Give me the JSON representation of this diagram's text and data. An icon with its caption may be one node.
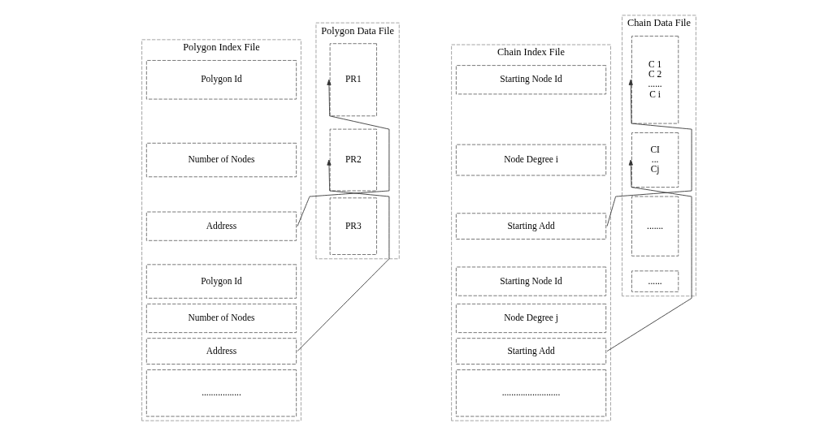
{
  "diagram": {
    "nodes": [
      {
        "text": [
          "Polygon Index File"
        ]
      },
      {
        "text": [
          "Polygon Id"
        ],
        "in": 0
      },
      {
        "text": [
          "Number of Nodes"
        ],
        "in": 0
      },
      {
        "text": [
          "Address"
        ],
        "in": 0
      },
      {
        "text": [
          "Polygon Id"
        ],
        "in": 0
      },
      {
        "text": [
          "Number of Nodes"
        ],
        "in": 0
      },
      {
        "text": [
          "Address"
        ],
        "in": 0
      },
      {
        "text": [
          "................."
        ],
        "in": 0
      },
      {
        "text": [
          "Polygon Data File"
        ]
      },
      {
        "text": [
          "PR1"
        ],
        "in": 8
      },
      {
        "text": [
          "PR2"
        ],
        "in": 8
      },
      {
        "text": [
          "PR3"
        ],
        "in": 8
      },
      {
        "text": [
          "Chain Index File"
        ]
      },
      {
        "text": [
          "Starting Node Id"
        ],
        "in": 12
      },
      {
        "text": [
          "Node Degree i"
        ],
        "in": 12
      },
      {
        "text": [
          "Starting Add"
        ],
        "in": 12
      },
      {
        "text": [
          "Starting Node Id"
        ],
        "in": 12
      },
      {
        "text": [
          "Node Degree j"
        ],
        "in": 12
      },
      {
        "text": [
          "Starting Add"
        ],
        "in": 12
      },
      {
        "text": [
          "........................."
        ],
        "in": 12
      },
      {
        "text": [
          "Chain Data File"
        ]
      },
      {
        "text": [
          "C 1",
          "C 2",
          "......",
          "C i"
        ],
        "in": 20
      },
      {
        "text": [
          "CI",
          "...",
          "Cj"
        ],
        "in": 20
      },
      {
        "text": [
          "......."
        ],
        "in": 20
      },
      {
        "text": [
          "......"
        ],
        "in": 20
      }
    ],
    "edges": [
      {
        "from": 3,
        "to": 9,
        "arrow": "to"
      },
      {
        "from": 6,
        "to": 10,
        "arrow": "to"
      },
      {
        "from": 15,
        "to": 21,
        "arrow": "to"
      },
      {
        "from": 18,
        "to": 22,
        "arrow": "to"
      }
    ]
  }
}
